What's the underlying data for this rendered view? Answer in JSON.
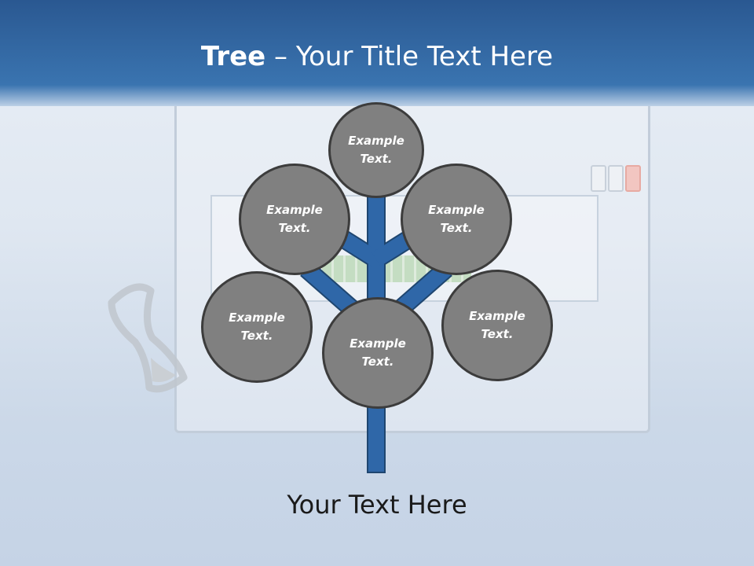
{
  "slide": {
    "title_bold": "Tree",
    "title_rest": " – Your Title Text Here",
    "caption": "Your Text Here"
  },
  "nodes": {
    "top": {
      "line1": "Example",
      "line2": "Text."
    },
    "upper_left": {
      "line1": "Example",
      "line2": "Text."
    },
    "upper_right": {
      "line1": "Example",
      "line2": "Text."
    },
    "lower_left": {
      "line1": "Example",
      "line2": "Text."
    },
    "center": {
      "line1": "Example",
      "line2": "Text."
    },
    "lower_right": {
      "line1": "Example",
      "line2": "Text."
    }
  },
  "colors": {
    "header": "#2f64a0",
    "trunk": "#2f67a8",
    "trunk_outline": "#1f4670",
    "node_fill": "#808080",
    "node_border": "#3c3c3c",
    "node_text": "#ffffff"
  },
  "icons": [
    "hourglass-icon",
    "minimize-icon",
    "maximize-icon",
    "close-icon"
  ]
}
